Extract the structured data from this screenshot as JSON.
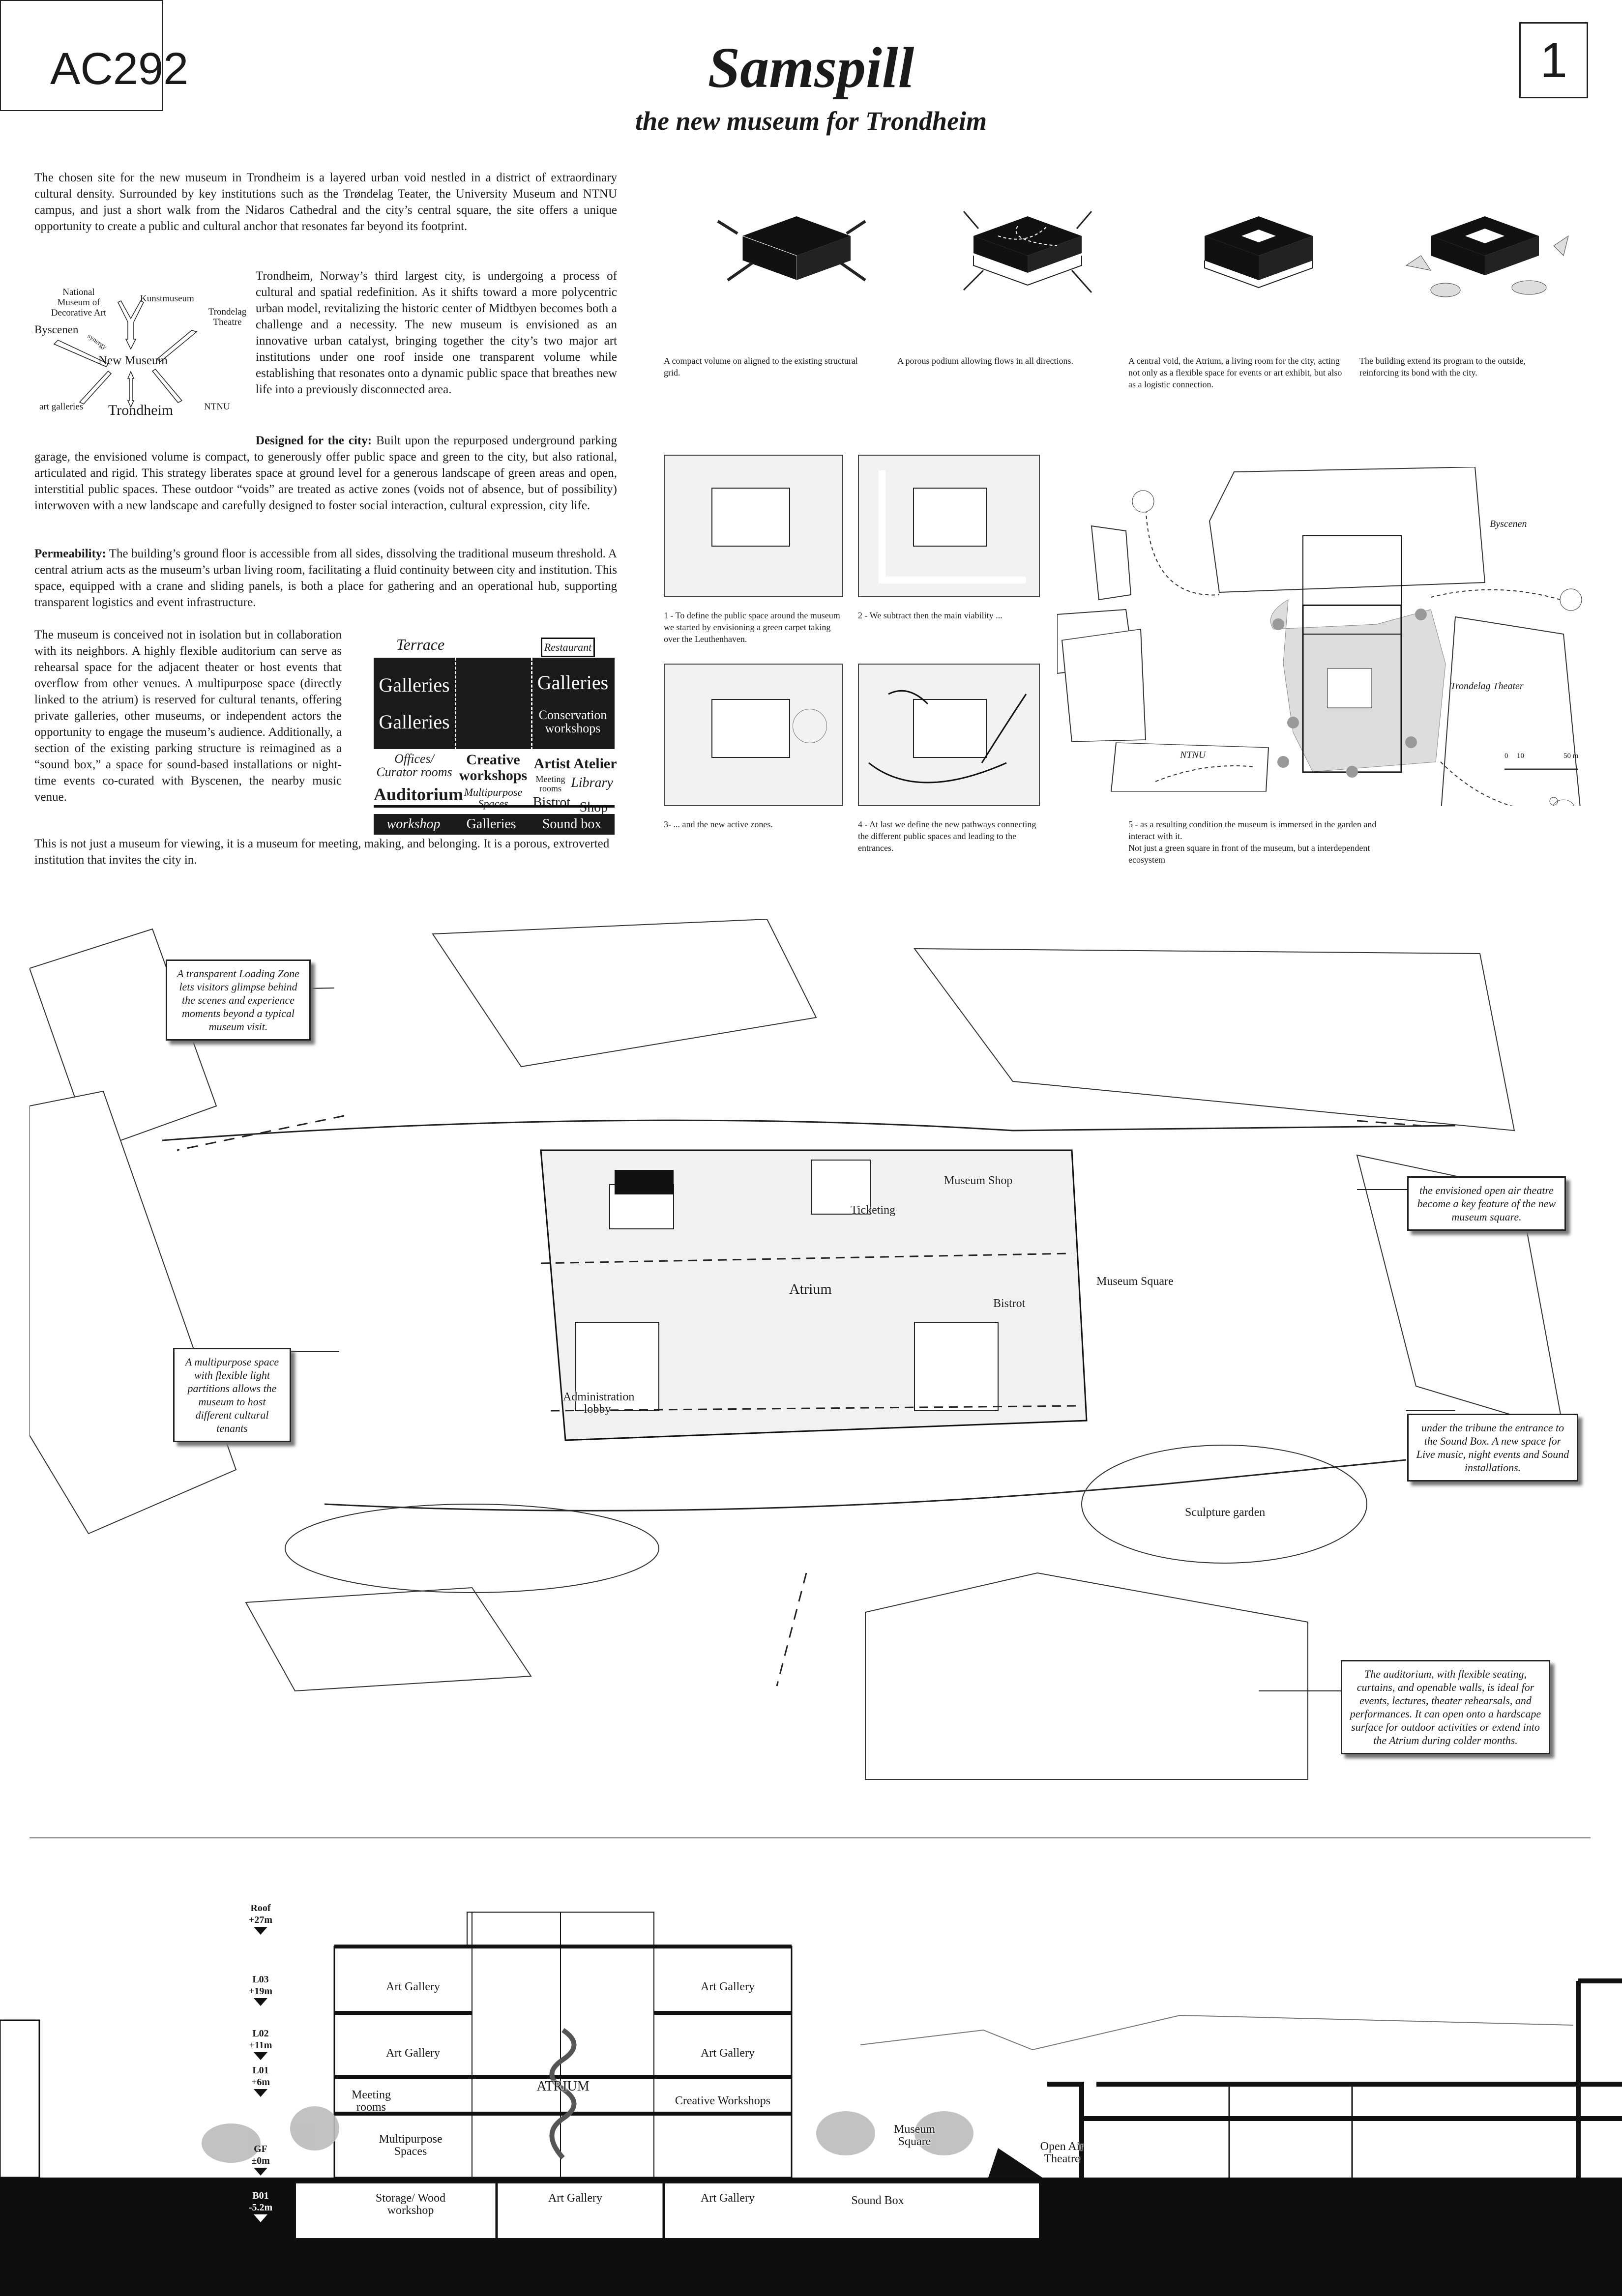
{
  "header": {
    "project_code": "AC292",
    "title": "Samspill",
    "subtitle": "the new museum for Trondheim",
    "page_number": "1"
  },
  "intro": {
    "p1": "The chosen site for the new museum in Trondheim is a layered urban void nestled in a district of extraordinary cultural density. Surrounded by key institutions such as the Trøndelag Teater, the University Museum and NTNU campus, and just a short walk from the Nidaros Cathedral and the city’s central square, the site offers a unique opportunity to create a public and cultural anchor that resonates far beyond its footprint.",
    "p2": "Trondheim, Norway’s third largest city, is undergoing a process of cultural and spatial redefinition. As it shifts toward a more polycentric urban model, revitalizing the historic center of Midtbyen becomes both a challenge and a necessity. The new museum is envisioned as an innovative urban catalyst, bringing together the city’s two major art institutions under one roof inside one transparent volume while establishing that resonates onto a dynamic public space that breathes new life into a previously disconnected area.",
    "p3_head": "Designed for the city:",
    "p3": " Built upon the repurposed underground parking garage, the envisioned volume is compact, to generously offer public space and green to the city, but also rational, articulated and rigid. This strategy liberates space at ground level for a generous landscape of green areas and open, interstitial public spaces. These outdoor “voids” are treated as active zones (voids not of absence, but of possibility) interwoven with a new landscape and carefully designed to foster social interaction, cultural expression, city life.",
    "p4_head": "Permeability:",
    "p4": " The building’s ground floor is accessible from all sides, dissolving the traditional museum threshold. A central atrium acts as the museum’s urban living room, facilitating a fluid continuity between city and institution. This space, equipped with a crane and sliding panels, is both a place for gathering and an operational hub, supporting transparent logistics and event infrastructure.",
    "p5": "The museum is conceived not in isolation but in collaboration with its neighbors. A highly flexible auditorium can serve as rehearsal space for the adjacent theater or host events that overflow from other venues. A multipurpose space (directly linked to the atrium) is reserved for cultural tenants, offering private galleries, other museums, or independent actors the opportunity to engage the museum’s audience. Additionally, a section of the existing parking structure is reimagined as a “sound box,” a space for sound-based installations or night-time events co-curated with Byscenen, the nearby music venue.",
    "p6": "This is not just a museum for viewing, it is a museum for meeting, making, and belonging. It is a porous, extroverted institution that invites the city in."
  },
  "network": {
    "national_museum": "National Museum of Decorative Art",
    "kunstmuseum": "Kunstmuseum",
    "trondelag_theatre": "Trondelag Theatre",
    "byscenen": "Byscenen",
    "new_museum": "New Museum",
    "art_galleries": "art galleries",
    "trondheim": "Trondheim",
    "ntnu": "NTNU",
    "synergy": "synergy"
  },
  "program": {
    "terrace": "Terrace",
    "restaurant": "Restaurant",
    "galleries_1": "Galleries",
    "galleries_2": "Galleries",
    "galleries_3": "Galleries",
    "conservation": "Conservation workshops",
    "offices": "Offices/ Curator rooms",
    "auditorium": "Auditorium",
    "creative": "Creative workshops",
    "multipurpose": "Multipurpose Spaces",
    "artist_atelier": "Artist Atelier",
    "meeting": "Meeting rooms",
    "library": "Library",
    "bistrot": "Bistrot",
    "shop": "Shop",
    "workshop": "workshop",
    "galleries_b": "Galleries",
    "sound_box": "Sound box"
  },
  "concept_steps": [
    {
      "caption": "A compact volume on aligned to the existing structural grid."
    },
    {
      "caption": "A porous podium allowing flows in all directions."
    },
    {
      "caption": "A central void, the Atrium, a living room for the city, acting not only as a flexible space for events or art exhibit, but also as a logistic connection."
    },
    {
      "caption": "The building extend its program to the outside, reinforcing its bond with the city."
    }
  ],
  "site_steps": [
    {
      "caption": "1 - To define the public space around the museum we started by envisioning a green carpet taking over the Leuthenhaven."
    },
    {
      "caption": "2 - We subtract then the main viability ..."
    },
    {
      "caption": "3- ... and the new active zones."
    },
    {
      "caption": "4 - At last we define the new pathways connecting the different public spaces and leading to the entrances."
    }
  ],
  "site_plan": {
    "byscenen": "Byscenen",
    "trondelag_theater": "Trondelag Theater",
    "ntnu": "NTNU",
    "scale_0": "0",
    "scale_10": "10",
    "scale_50": "50 m",
    "caption_1": "5 - as a resulting condition the museum is immersed in the garden and interact with it.",
    "caption_2": "Not just a green square in front of the museum, but a interdependent ecosystem"
  },
  "axonometric": {
    "labels": {
      "museum_shop": "Museum Shop",
      "ticketing": "Ticketing",
      "atrium": "Atrium",
      "bistrot": "Bistrot",
      "museum_square": "Museum Square",
      "admin_lobby": "Administration lobby",
      "sculpture_garden": "Sculpture garden"
    },
    "callouts": {
      "loading_zone": "A transparent Loading Zone lets visitors glimpse behind the scenes and experience moments beyond a typical museum visit.",
      "multipurpose": "A multipurpose space with flexible light partitions allows the museum to host different cultural tenants",
      "open_air": "the envisioned open air theatre become a key feature of the new museum square.",
      "sound_box": "under the tribune the entrance to the Sound Box. A new space for Live music, night events and Sound installations.",
      "auditorium": "The auditorium, with flexible seating, curtains, and openable walls, is ideal for events, lectures, theater rehearsals, and performances. It can open onto a hardscape surface for outdoor activities or extend into the Atrium during colder months."
    }
  },
  "section": {
    "levels": [
      {
        "name": "Roof",
        "elev": "+27m"
      },
      {
        "name": "L03",
        "elev": "+19m"
      },
      {
        "name": "L02",
        "elev": "+11m"
      },
      {
        "name": "L01",
        "elev": "+6m"
      },
      {
        "name": "GF",
        "elev": "±0m"
      },
      {
        "name": "B01",
        "elev": "-5.2m"
      }
    ],
    "labels": {
      "l03_left": "Art Gallery",
      "l03_right": "Art Gallery",
      "l02_left": "Art Gallery",
      "l02_right": "Art Gallery",
      "atrium": "ATRIUM",
      "meeting": "Meeting rooms",
      "creative": "Creative Workshops",
      "multipurpose": "Multipurpose Spaces",
      "storage": "Storage/ Wood workshop",
      "b_gallery_1": "Art Gallery",
      "b_gallery_2": "Art Gallery",
      "sound_box": "Sound Box",
      "museum_square": "Museum Square",
      "open_air": "Open Air Theatre"
    }
  }
}
